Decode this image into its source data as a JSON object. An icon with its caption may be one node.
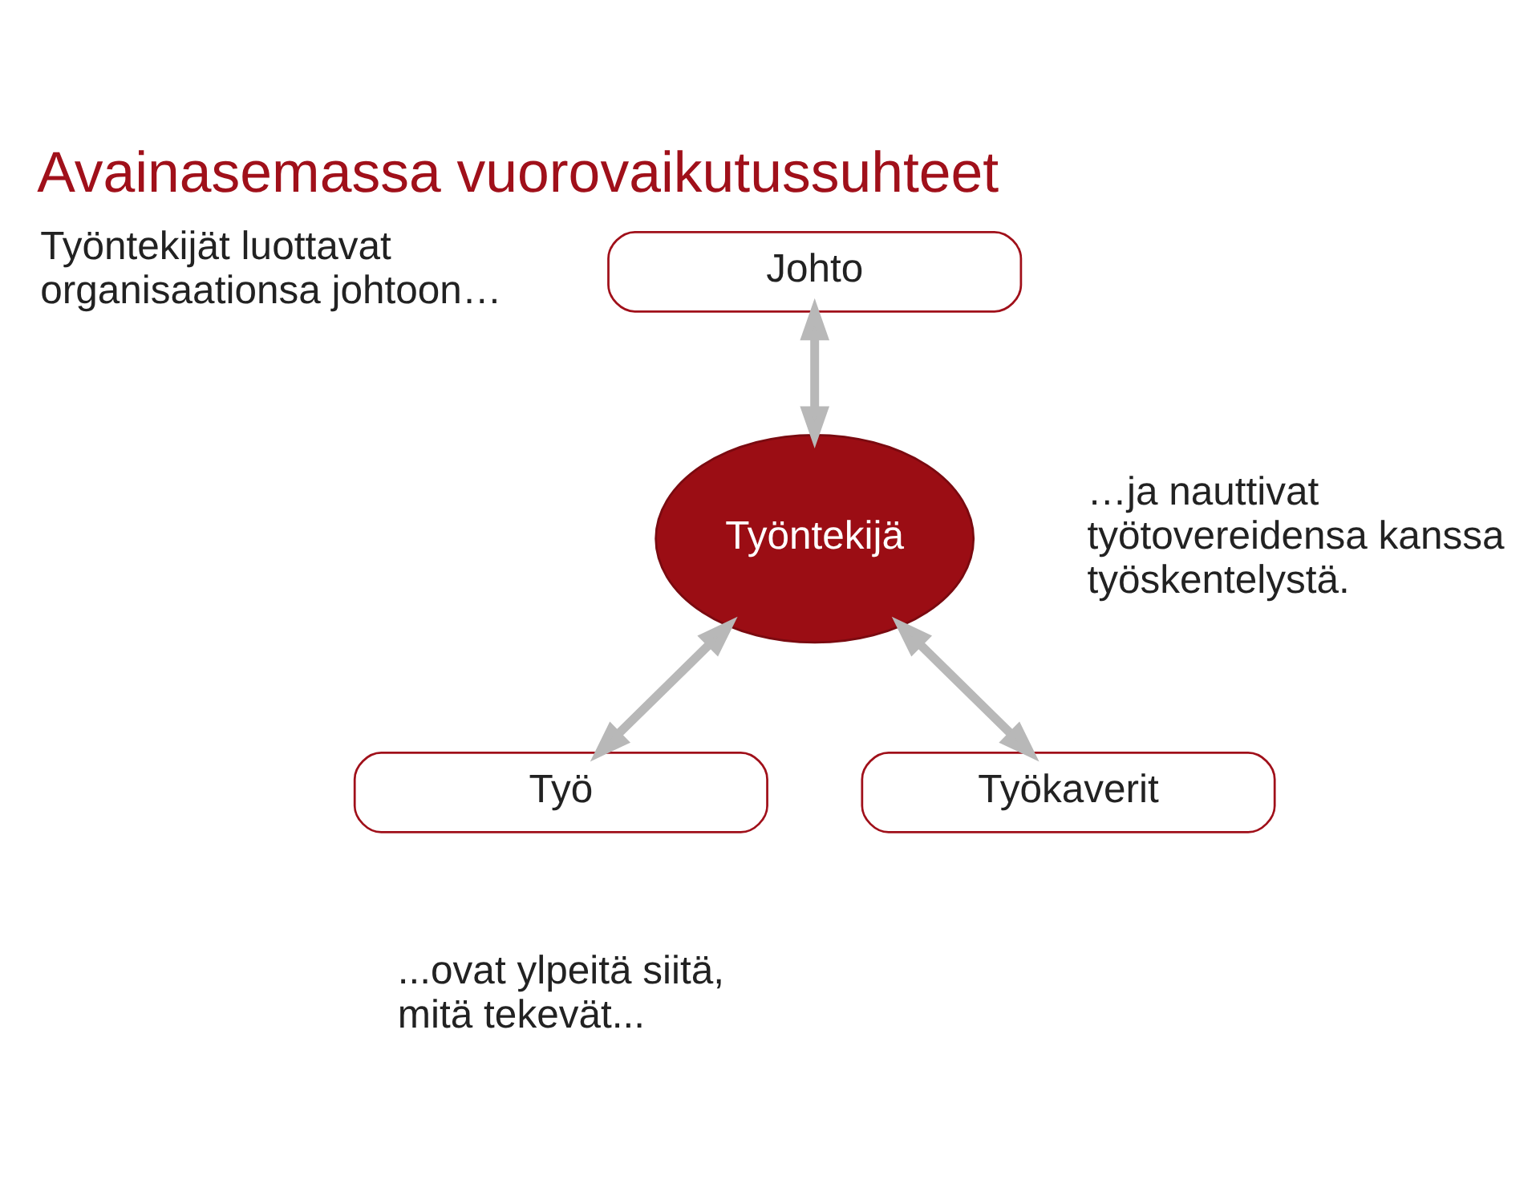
{
  "diagram": {
    "title": "Avainasemassa vuorovaikutussuhteet",
    "nodes": [
      {
        "text": [
          "Johto"
        ]
      },
      {
        "text": [
          "Työntekijä"
        ]
      },
      {
        "text": [
          "Työ"
        ]
      },
      {
        "text": [
          "Työkaverit"
        ]
      }
    ],
    "edges": [
      {
        "from": 0,
        "to": 1,
        "arrow": "both"
      },
      {
        "from": 1,
        "to": 2,
        "arrow": "both"
      },
      {
        "from": 1,
        "to": 3,
        "arrow": "both"
      }
    ],
    "labels": [
      "Työntekijät luottavat organisaationsa johtoon…",
      "…ja nauttivat työtovereidensa kanssa työskentelystä.",
      "...ovat ylpeitä siitä, mitä tekevät..."
    ]
  }
}
